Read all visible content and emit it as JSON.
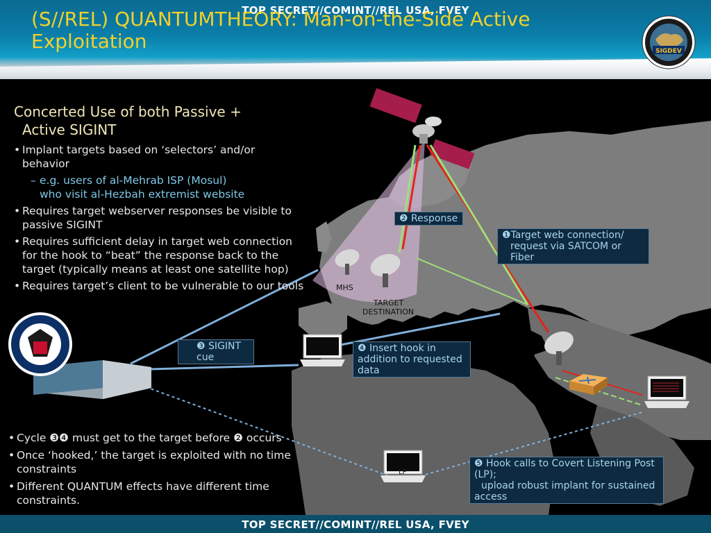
{
  "classification": {
    "top": "TOP SECRET//COMINT//REL USA, FVEY",
    "bottom": "TOP SECRET//COMINT//REL USA, FVEY"
  },
  "header": {
    "title": "(S//REL) QUANTUMTHEORY: Man-on-the-Side Active Exploitation",
    "seal_text": "SIGDEV"
  },
  "left_panel": {
    "heading_line1": "Concerted Use of both Passive +",
    "heading_line2": "Active SIGINT",
    "bullets": [
      "Implant targets based on ‘selectors’ and/or behavior",
      "Requires target webserver responses be visible to passive SIGINT",
      "Requires sufficient delay in target web connection for the hook to “beat” the response back to the target (typically means at least one satellite hop)",
      "Requires target’s client to be vulnerable to our tools"
    ],
    "sub_bullet_line1": "e.g. users of al-Mehrab ISP (Mosul)",
    "sub_bullet_line2": "who visit al-Hezbah extremist website"
  },
  "bottom_panel": {
    "bullets": [
      "Cycle ❸❹ must get to the target before ❷ occurs",
      "Once ‘hooked,’ the target is exploited with no time constraints",
      "Different QUANTUM effects have different time constraints."
    ]
  },
  "diagram": {
    "callout_response": "❷ Response",
    "callout_target_conn_line1": "❶Target web connection/",
    "callout_target_conn_line2": "request via SATCOM or Fiber",
    "callout_sigint_cue_line1": "❸ SIGINT",
    "callout_sigint_cue_line2": "cue",
    "callout_insert_hook_line1": "❹ Insert  hook in",
    "callout_insert_hook_line2": "addition to requested",
    "callout_insert_hook_line3": "data",
    "callout_hook_lp_line1": "❺ Hook calls to Covert Listening Post",
    "callout_hook_lp_line2": "(LP);",
    "callout_hook_lp_line3": "upload robust implant for sustained",
    "callout_hook_lp_line4": "access",
    "label_mhs": "MHS",
    "label_target_line1": "TARGET",
    "label_target_line2": "DESTINATION",
    "label_lp": "LP",
    "colors": {
      "request_line": "#e0261e",
      "response_line": "#9ee07a",
      "sigint_line": "#7fb0dc",
      "coverage_cone": "#e7c2e8"
    }
  }
}
